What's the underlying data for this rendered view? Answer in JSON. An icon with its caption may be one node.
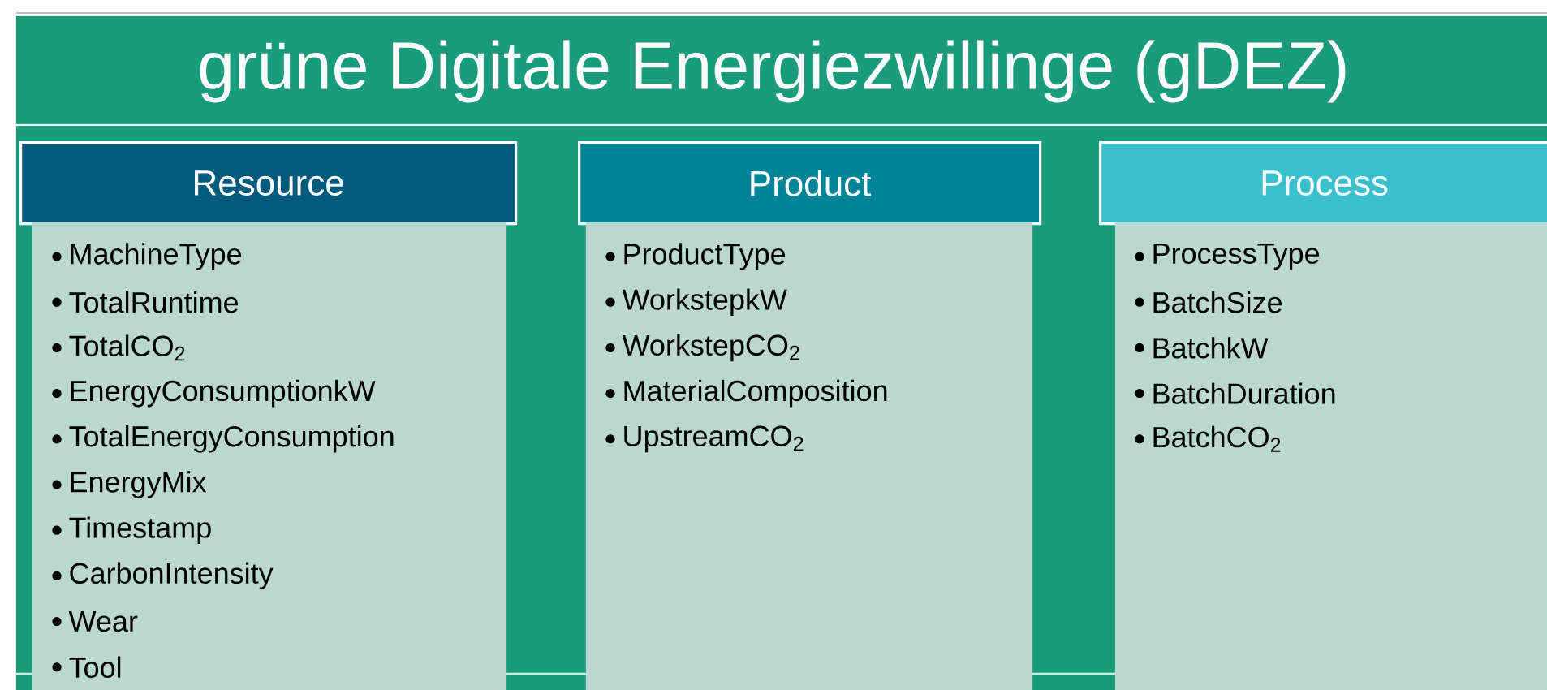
{
  "diagram": {
    "nodes": [
      {
        "text": [
          "grüne Digitale Energiezwillinge (gDEZ)"
        ]
      },
      {
        "text": [
          "Resource"
        ],
        "in": 0
      },
      {
        "text": [
          "MachineType",
          "TotalRuntime",
          "TotalCO$_{2}$",
          "EnergyConsumptionkW",
          "TotalEnergyConsumption",
          "EnergyMix",
          "Timestamp",
          "CarbonIntensity",
          "Wear",
          "Tool"
        ],
        "in": 0
      },
      {
        "text": [
          "Product"
        ],
        "in": 0
      },
      {
        "text": [
          "ProductType",
          "WorkstepkW",
          "WorkstepCO$_{2}$",
          "MaterialComposition",
          "UpstreamCO$_{2}$"
        ],
        "in": 0
      },
      {
        "text": [
          "Process"
        ],
        "in": 0
      },
      {
        "text": [
          "ProcessType",
          "BatchSize",
          "BatchkW",
          "BatchDuration",
          "BatchCO$_{2}$"
        ],
        "in": 0
      }
    ]
  }
}
